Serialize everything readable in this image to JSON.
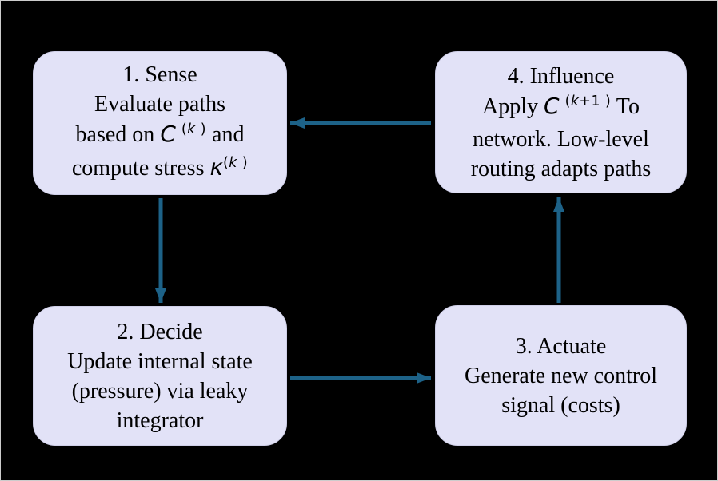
{
  "diagram": {
    "title": "control-loop-cycle",
    "colors": {
      "background": "#000000",
      "frame_border": "#cccccc",
      "box_fill": "#e2e2f7",
      "box_border": "#cfcfe8",
      "arrow": "#1d6288",
      "text": "#000000"
    },
    "boxes": [
      {
        "name": "sense",
        "title": "1. Sense",
        "plain_text": "1. Sense / Evaluate paths / based on C(k) and / compute stress κ(k)",
        "lines": [
          [
            {
              "t": "1. Sense"
            }
          ],
          [
            {
              "t": "Evaluate paths"
            }
          ],
          [
            {
              "t": "based on "
            },
            {
              "t": "C",
              "math": true,
              "i": true
            },
            {
              "t": " "
            },
            {
              "t": "(",
              "sup": true,
              "math": true
            },
            {
              "t": "k",
              "sup": true,
              "math": true,
              "i": true
            },
            {
              "t": " )",
              "sup": true,
              "math": true
            },
            {
              "t": " and"
            }
          ],
          [
            {
              "t": "compute stress "
            },
            {
              "t": "κ",
              "math": true,
              "i": true
            },
            {
              "t": "(",
              "sup": true,
              "math": true
            },
            {
              "t": "k",
              "sup": true,
              "math": true,
              "i": true
            },
            {
              "t": " )",
              "sup": true,
              "math": true
            }
          ]
        ]
      },
      {
        "name": "decide",
        "title": "2. Decide",
        "plain_text": "2. Decide / Update internal state / (pressure) via leaky / integrator",
        "lines": [
          [
            {
              "t": "2. Decide"
            }
          ],
          [
            {
              "t": "Update internal state"
            }
          ],
          [
            {
              "t": "(pressure) via leaky"
            }
          ],
          [
            {
              "t": "integrator"
            }
          ]
        ]
      },
      {
        "name": "actuate",
        "title": "3. Actuate",
        "plain_text": "3. Actuate / Generate new control / signal (costs)",
        "lines": [
          [
            {
              "t": "3. Actuate"
            }
          ],
          [
            {
              "t": "Generate new control"
            }
          ],
          [
            {
              "t": "signal (costs)"
            }
          ]
        ]
      },
      {
        "name": "influence",
        "title": "4. Influence",
        "plain_text": "4. Influence / Apply C(k+1) To / network. Low-level / routing adapts paths",
        "lines": [
          [
            {
              "t": "4. Influence"
            }
          ],
          [
            {
              "t": "Apply "
            },
            {
              "t": "C",
              "math": true,
              "i": true
            },
            {
              "t": " "
            },
            {
              "t": "(",
              "sup": true,
              "math": true
            },
            {
              "t": "k",
              "sup": true,
              "math": true,
              "i": true
            },
            {
              "t": "+1",
              "sup": true,
              "math": true
            },
            {
              "t": " )",
              "sup": true,
              "math": true
            },
            {
              "t": " To"
            }
          ],
          [
            {
              "t": "network. Low-level"
            }
          ],
          [
            {
              "t": "routing adapts paths"
            }
          ]
        ]
      }
    ],
    "arrows": [
      {
        "name": "sense-to-decide",
        "from": "sense",
        "to": "decide",
        "direction": "down"
      },
      {
        "name": "decide-to-actuate",
        "from": "decide",
        "to": "actuate",
        "direction": "right"
      },
      {
        "name": "actuate-to-influence",
        "from": "actuate",
        "to": "influence",
        "direction": "up"
      },
      {
        "name": "influence-to-sense",
        "from": "influence",
        "to": "sense",
        "direction": "left"
      }
    ]
  }
}
